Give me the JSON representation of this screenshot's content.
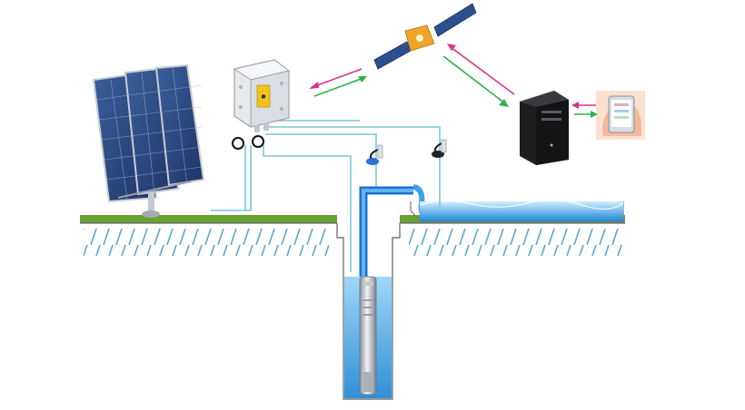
{
  "diagram": {
    "nodes": [
      {
        "id": "solar-panel",
        "icon": "solar-panel-icon"
      },
      {
        "id": "controller",
        "icon": "controller-box-icon"
      },
      {
        "id": "satellite",
        "icon": "satellite-icon"
      },
      {
        "id": "server",
        "icon": "server-tower-icon"
      },
      {
        "id": "phone",
        "icon": "smartphone-icon"
      },
      {
        "id": "pump",
        "icon": "submersible-pump-icon"
      },
      {
        "id": "well-sensor",
        "icon": "float-switch-icon"
      },
      {
        "id": "tank-sensor",
        "icon": "float-switch-icon"
      },
      {
        "id": "water-tank",
        "icon": "water-tank-icon"
      }
    ],
    "links": [
      {
        "from": "controller",
        "to": "satellite",
        "direction": "both"
      },
      {
        "from": "satellite",
        "to": "server",
        "direction": "both"
      },
      {
        "from": "server",
        "to": "phone",
        "direction": "both"
      }
    ]
  },
  "colors": {
    "arrow_magenta": "#d6338a",
    "arrow_green": "#2bb24c",
    "pipe": "#7cc6dc",
    "water": "#3aa6e8",
    "grass": "#6aa232",
    "soil_hatch": "#4a9fc7",
    "outline": "#555555"
  },
  "controller": {
    "label": "●"
  }
}
